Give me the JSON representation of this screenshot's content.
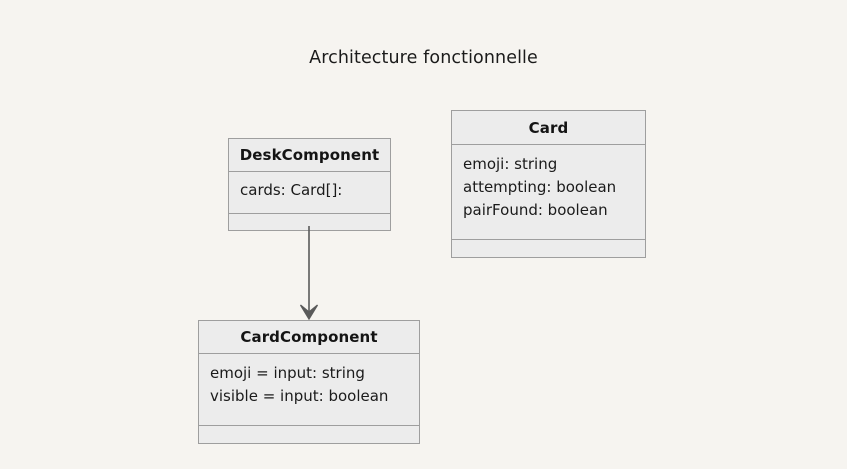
{
  "diagram": {
    "title": "Architecture fonctionnelle",
    "type": "uml-class-diagram",
    "background_color": "#f6f4f0",
    "box_fill_color": "#ececec",
    "box_border_color": "#9e9e9e",
    "connector_color": "#5a5a5a",
    "classes": [
      {
        "id": "deskcomponent",
        "name": "DeskComponent",
        "attributes": [
          "cards: Card[]:"
        ],
        "methods": []
      },
      {
        "id": "card",
        "name": "Card",
        "attributes": [
          "emoji: string",
          "attempting: boolean",
          "pairFound: boolean"
        ],
        "methods": []
      },
      {
        "id": "cardcomponent",
        "name": "CardComponent",
        "attributes": [
          "emoji = input: string",
          "visible = input: boolean"
        ],
        "methods": []
      }
    ],
    "connectors": [
      {
        "id": "desk-to-card-component",
        "from": "deskcomponent",
        "to": "cardcomponent",
        "style": "solid-line",
        "arrowhead": "open-v",
        "label": ""
      }
    ]
  }
}
